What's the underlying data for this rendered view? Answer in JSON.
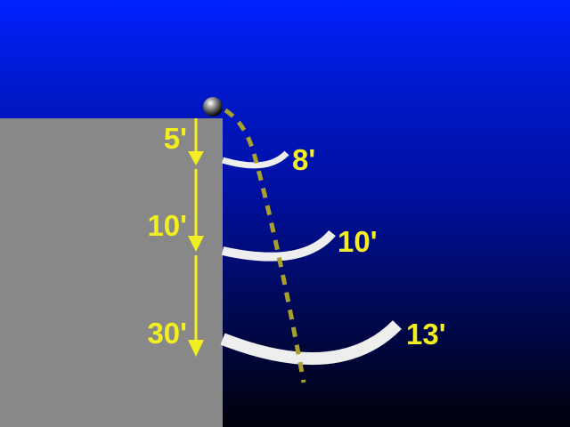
{
  "colors": {
    "sky_top": "#0022ff",
    "sky_bottom": "#00000a",
    "cliff": "#888888",
    "arrow_and_label": "#f2ee22",
    "trajectory": "#a8a02a",
    "arc": "#eeeeee"
  },
  "icons": {
    "ball": "sphere",
    "fall_arrow": "down-arrow"
  },
  "drops": [
    {
      "label": "5'"
    },
    {
      "label": "10'"
    },
    {
      "label": "30'"
    }
  ],
  "distances": [
    {
      "label": "8'"
    },
    {
      "label": "10'"
    },
    {
      "label": "13'"
    }
  ]
}
